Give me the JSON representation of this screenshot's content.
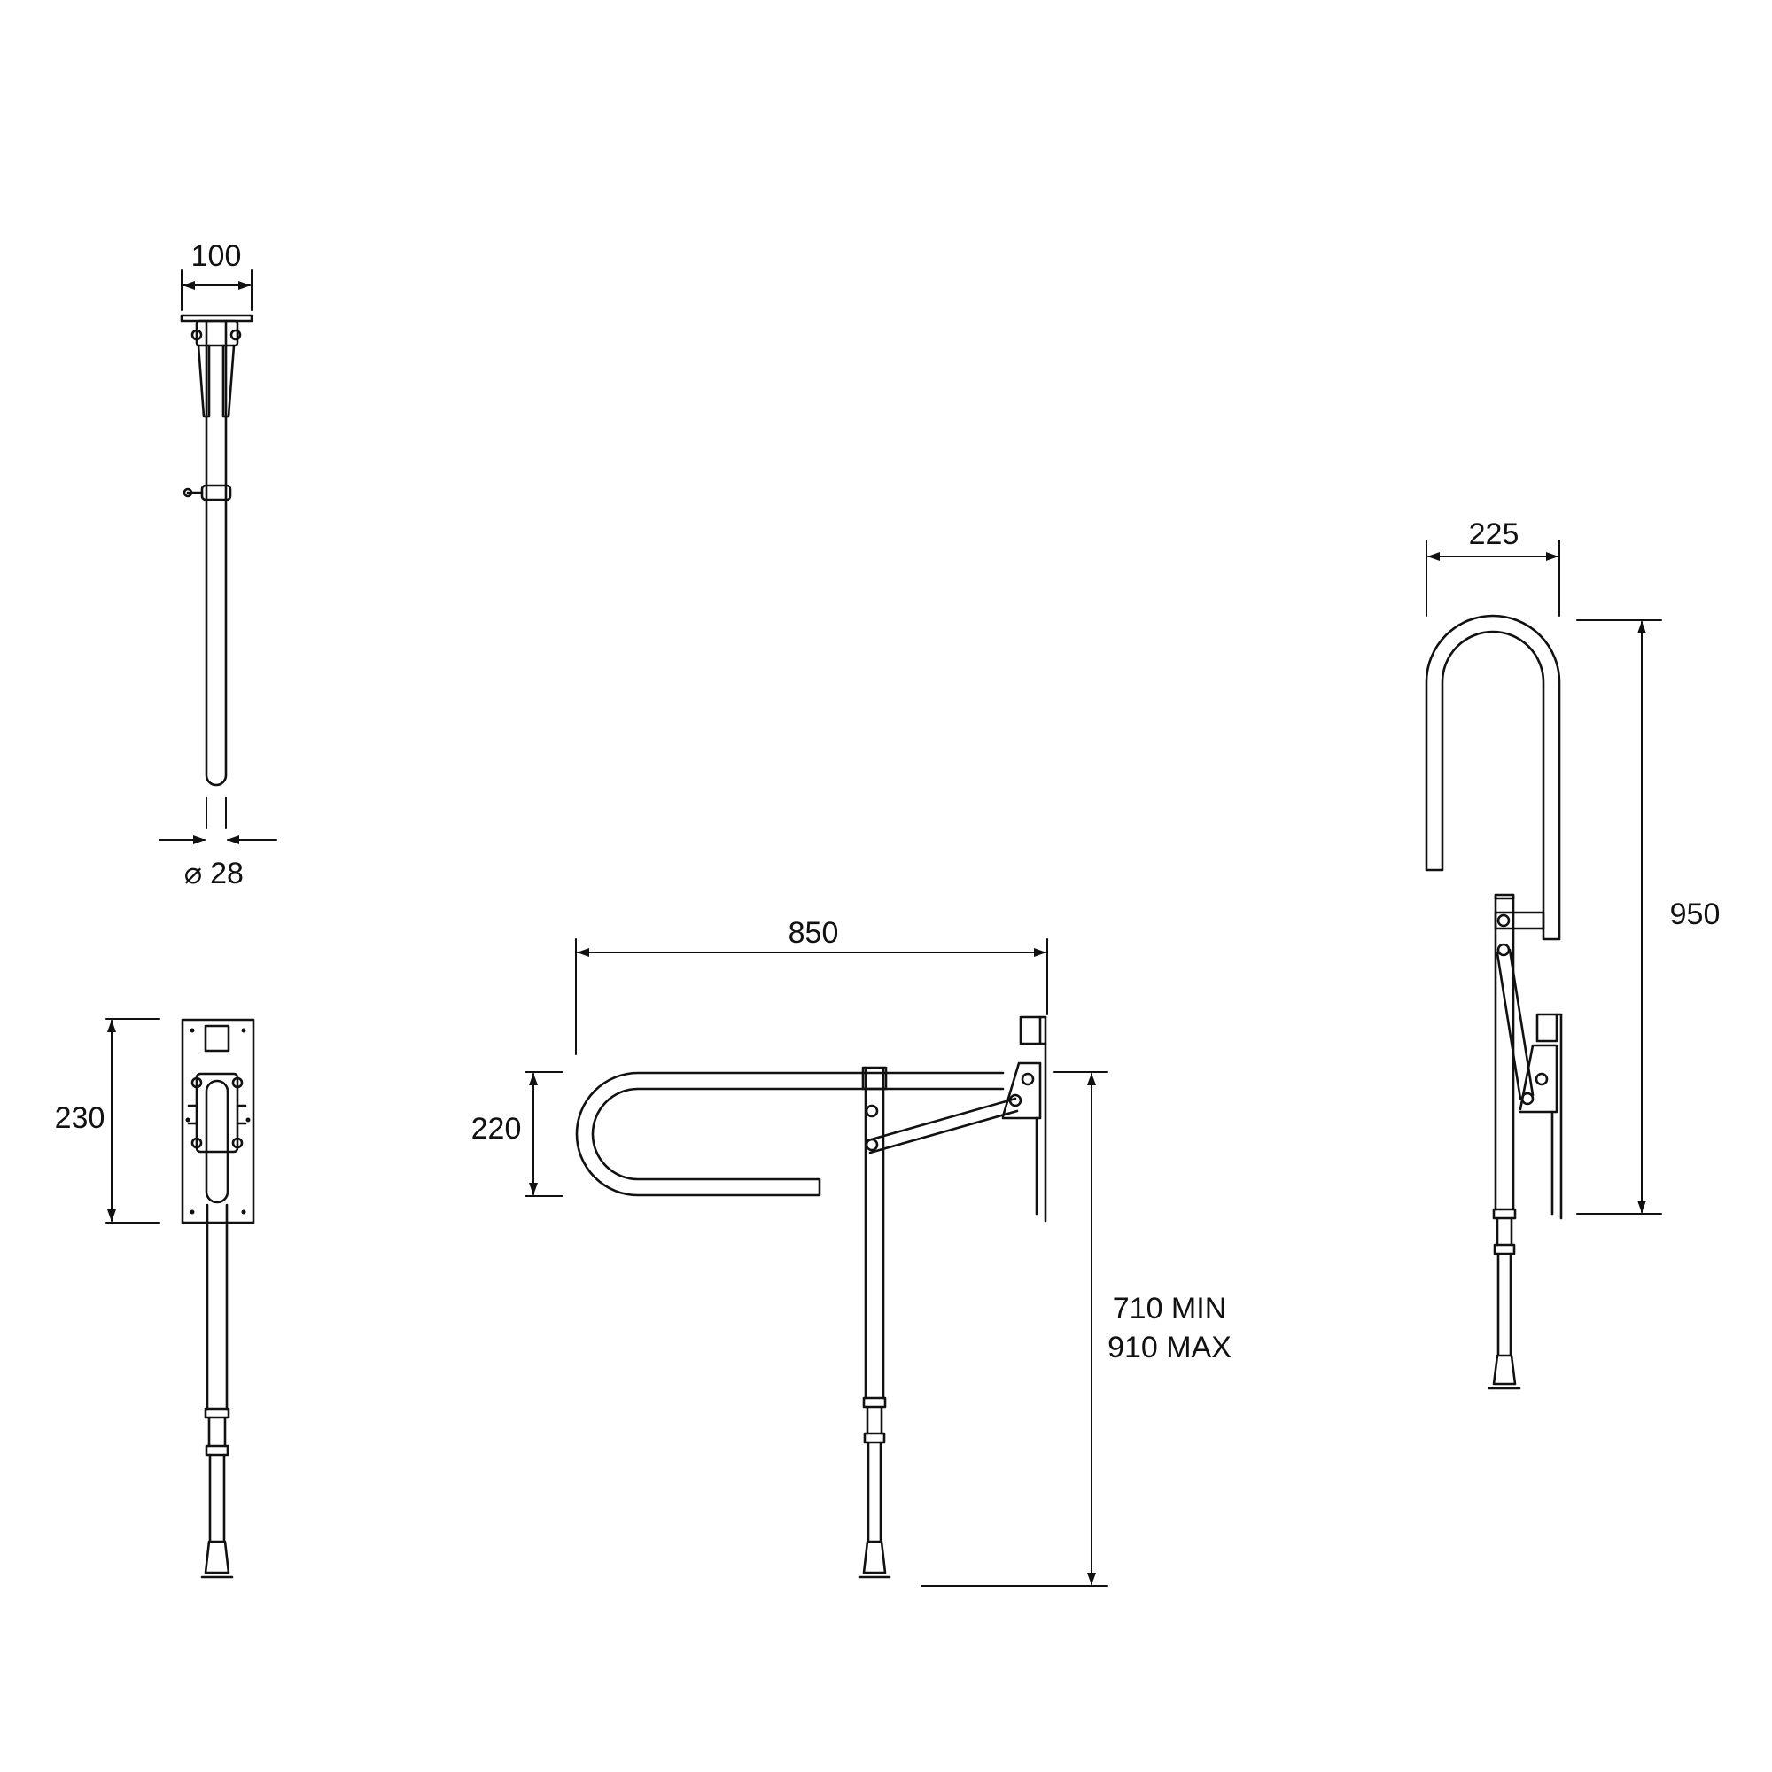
{
  "views": {
    "top": {
      "dim_width": "100",
      "dim_diameter": "28",
      "diameter_symbol": "⌀"
    },
    "front": {
      "dim_plate_height": "230"
    },
    "side": {
      "dim_length": "850",
      "dim_rail_height": "220",
      "dim_height_min": "710 MIN",
      "dim_height_max": "910 MAX"
    },
    "raised": {
      "dim_width": "225",
      "dim_height": "950"
    }
  },
  "colors": {
    "line": "#111111",
    "background": "#ffffff"
  }
}
